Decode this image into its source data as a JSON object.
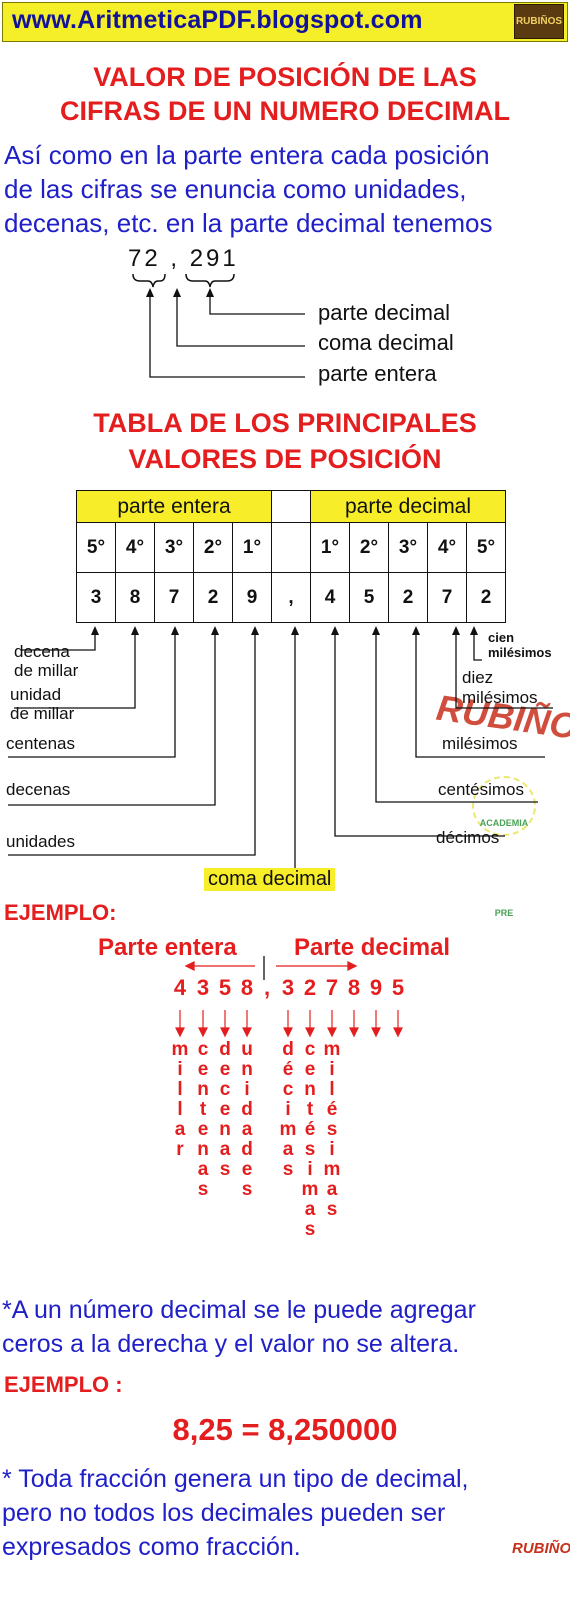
{
  "header": {
    "site_url": "www.AritmeticaPDF.blogspot.com",
    "logo_text": "RUBIÑOS"
  },
  "title": {
    "line1": "VALOR  DE  POSICIÓN   DE  LAS",
    "line2": "CIFRAS  DE  UN  NUMERO DECIMAL"
  },
  "intro": {
    "line1": "Así como en la parte entera cada posición",
    "line2": "de las cifras se enuncia como unidades,",
    "line3": "decenas, etc. en la parte decimal tenemos"
  },
  "number_diagram": {
    "number": "72 , 291",
    "labels": [
      "parte decimal",
      "coma decimal",
      "parte entera"
    ]
  },
  "table_title": {
    "line1": "TABLA  DE  LOS PRINCIPALES",
    "line2": "VALORES  DE  POSICIÓN"
  },
  "table": {
    "header_entera": "parte entera",
    "header_decimal": "parte decimal",
    "orders_entera": [
      "5°",
      "4°",
      "3°",
      "2°",
      "1°"
    ],
    "orders_decimal": [
      "1°",
      "2°",
      "3°",
      "4°",
      "5°"
    ],
    "digits_entera": [
      "3",
      "8",
      "7",
      "2",
      "9"
    ],
    "comma": ",",
    "digits_decimal": [
      "4",
      "5",
      "2",
      "7",
      "2"
    ]
  },
  "position_labels": {
    "left": [
      "decena",
      "de millar",
      "unidad",
      "de millar",
      "centenas",
      "decenas",
      "unidades"
    ],
    "right": [
      "cien",
      "milésimos",
      "diez",
      "milésimos",
      "milésimos",
      "centésimos",
      "décimos"
    ],
    "center": "coma decimal",
    "watermark": "RUBIÑOS",
    "watermark_small": "ACADEMIA PRE"
  },
  "example1": {
    "heading": "EJEMPLO:",
    "parte_entera": "Parte entera",
    "parte_decimal": "Parte decimal",
    "number_digits": [
      "4",
      "3",
      "5",
      "8",
      ",",
      "3",
      "2",
      "7",
      "8",
      "9",
      "5"
    ],
    "words": [
      "millar",
      "centenas",
      "decenas",
      "unidades",
      "décimas",
      "centésimas",
      "milésimas"
    ]
  },
  "note1": {
    "line1": "*A un número decimal se le puede agregar",
    "line2": "ceros  a la derecha y el valor no se altera."
  },
  "example2": {
    "heading": "EJEMPLO :",
    "equation": "8,25 = 8,250000"
  },
  "note2": {
    "line1": "* Toda fracción genera un tipo de decimal,",
    "line2": "pero no todos los decimales pueden ser",
    "line3": "expresados como fracción."
  },
  "colors": {
    "banner": "#f4ef28",
    "title_red": "#e41e1e",
    "text_blue": "#2020c8",
    "highlight": "#f7ee29"
  }
}
